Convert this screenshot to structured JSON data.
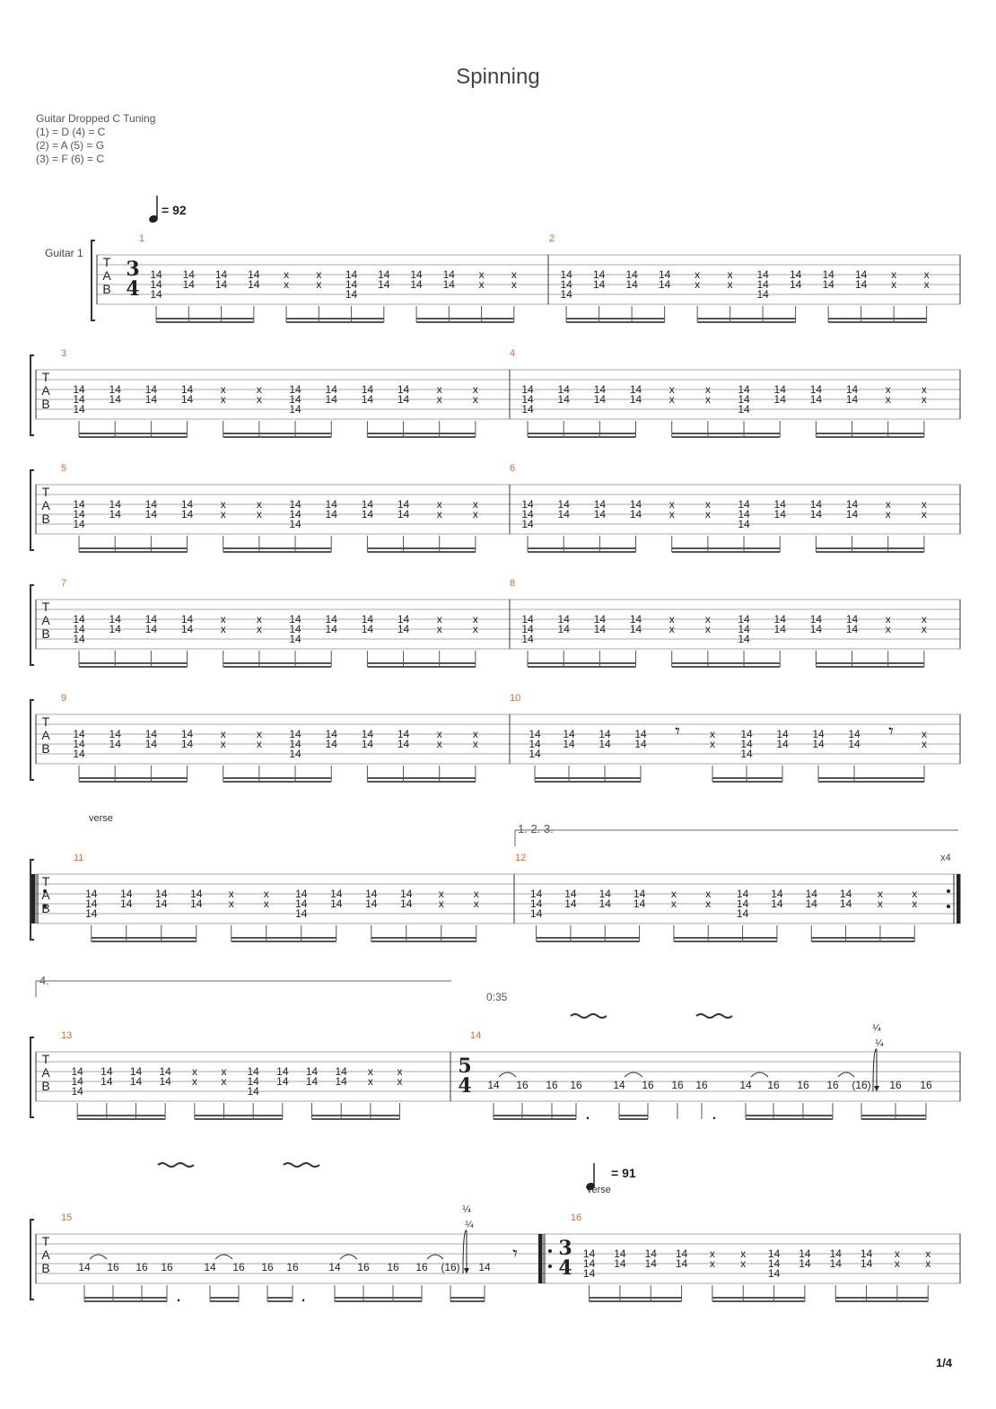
{
  "title": "Spinning",
  "tuning": {
    "heading": "Guitar Dropped C Tuning",
    "lines": [
      "(1) = D (4) = C",
      "(2) = A (5) = G",
      "(3) = F  (6) = C"
    ]
  },
  "instrument": "Guitar 1",
  "tab_letters": [
    "T",
    "A",
    "B"
  ],
  "tempo_1": "= 92",
  "tempo_2": "= 91",
  "time_sig_1": [
    "3",
    "4"
  ],
  "time_sig_2": [
    "5",
    "4"
  ],
  "section_labels": [
    "verse",
    "verse"
  ],
  "endings": [
    "1. 2. 3.",
    "4."
  ],
  "repeat_count": "x4",
  "timestamp": "0:35",
  "bend_label": "¼",
  "rest_symbol": "𝄾",
  "measure_numbers": [
    "1",
    "2",
    "3",
    "4",
    "5",
    "6",
    "7",
    "8",
    "9",
    "10",
    "11",
    "12",
    "13",
    "14",
    "15",
    "16"
  ],
  "riff_pattern": [
    {
      "top": "14",
      "mid": "14",
      "low": "14"
    },
    {
      "top": "14",
      "mid": "14",
      "low": ""
    },
    {
      "top": "14",
      "mid": "14",
      "low": ""
    },
    {
      "top": "14",
      "mid": "14",
      "low": ""
    },
    {
      "top": "x",
      "mid": "x",
      "low": ""
    },
    {
      "top": "x",
      "mid": "x",
      "low": ""
    },
    {
      "top": "14",
      "mid": "14",
      "low": "14"
    },
    {
      "top": "14",
      "mid": "14",
      "low": ""
    },
    {
      "top": "14",
      "mid": "14",
      "low": ""
    },
    {
      "top": "14",
      "mid": "14",
      "low": ""
    },
    {
      "top": "x",
      "mid": "x",
      "low": ""
    },
    {
      "top": "x",
      "mid": "x",
      "low": ""
    }
  ],
  "solo_notes": [
    "14",
    "16",
    "16",
    "16",
    "14",
    "16",
    "16",
    "16",
    "14",
    "16",
    "16",
    "16",
    "(16)",
    "16",
    "16"
  ],
  "solo_notes_15": [
    "14",
    "16",
    "16",
    "16",
    "14",
    "16",
    "16",
    "16",
    "14",
    "16",
    "16",
    "16",
    "(16)",
    "14"
  ],
  "page_number": "1/4"
}
